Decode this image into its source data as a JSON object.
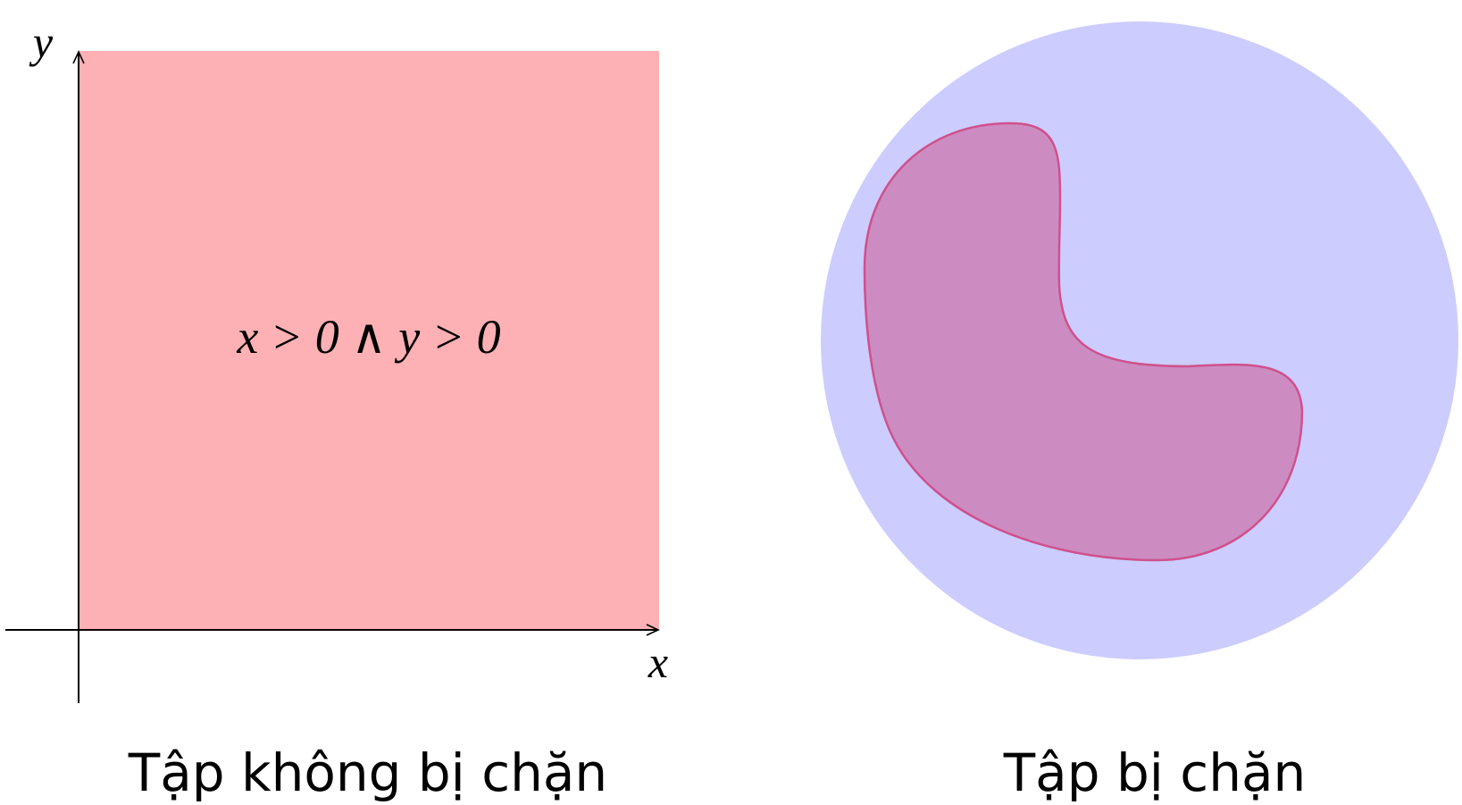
{
  "left_panel": {
    "caption": "Tập không bị chặn",
    "region_label": "x > 0 ∧ y > 0",
    "axis_x_label": "x",
    "axis_y_label": "y",
    "fill_color": "#fdb1b4",
    "axis_color": "#000000"
  },
  "right_panel": {
    "caption": "Tập bị chặn",
    "disk_color": "#ccccff",
    "blob_fill_color": "#cc8cc2",
    "blob_stroke_color": "#d0508c"
  }
}
